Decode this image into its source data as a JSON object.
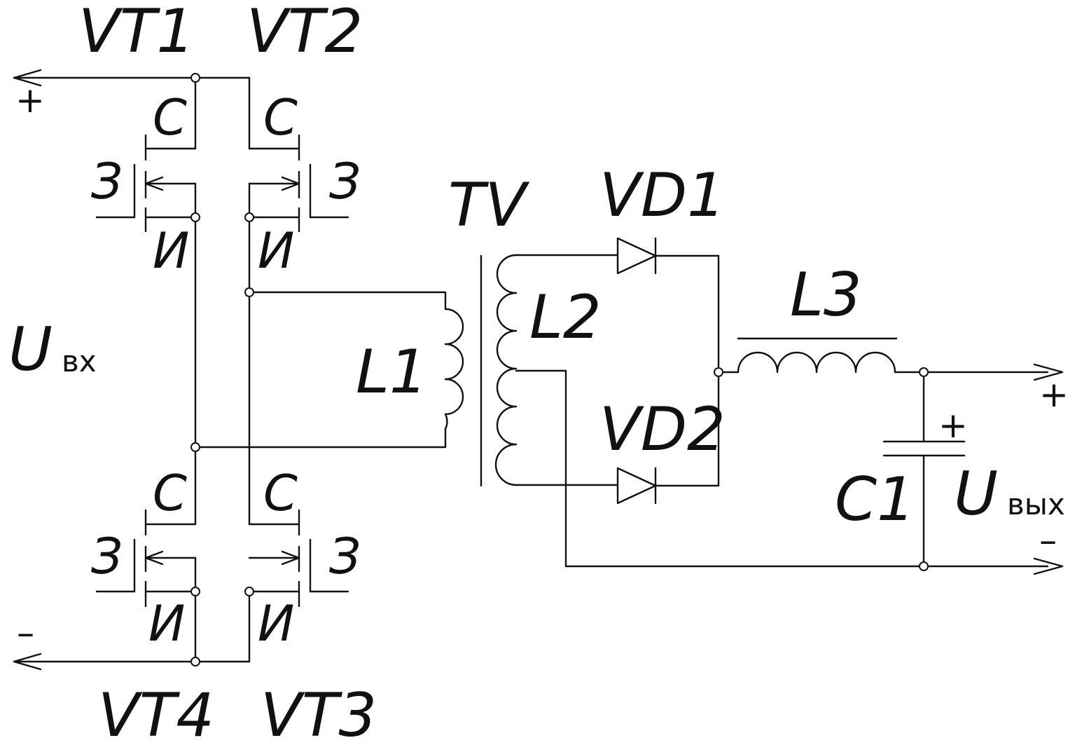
{
  "transistors": {
    "vt1": "VT1",
    "vt2": "VT2",
    "vt3": "VT3",
    "vt4": "VT4"
  },
  "pins": {
    "drain": "С",
    "gate": "З",
    "source": "И"
  },
  "transformer": "TV",
  "windings": {
    "primary": "L1",
    "secondary": "L2"
  },
  "diodes": {
    "vd1": "VD1",
    "vd2": "VD2"
  },
  "choke": "L3",
  "capacitor": {
    "label": "C1",
    "polarity": "+"
  },
  "input": {
    "label_main": "U",
    "label_sub": "вх",
    "plus": "+",
    "minus": "–"
  },
  "output": {
    "label_main": "U",
    "label_sub": "вых",
    "plus": "+",
    "minus": "–"
  }
}
